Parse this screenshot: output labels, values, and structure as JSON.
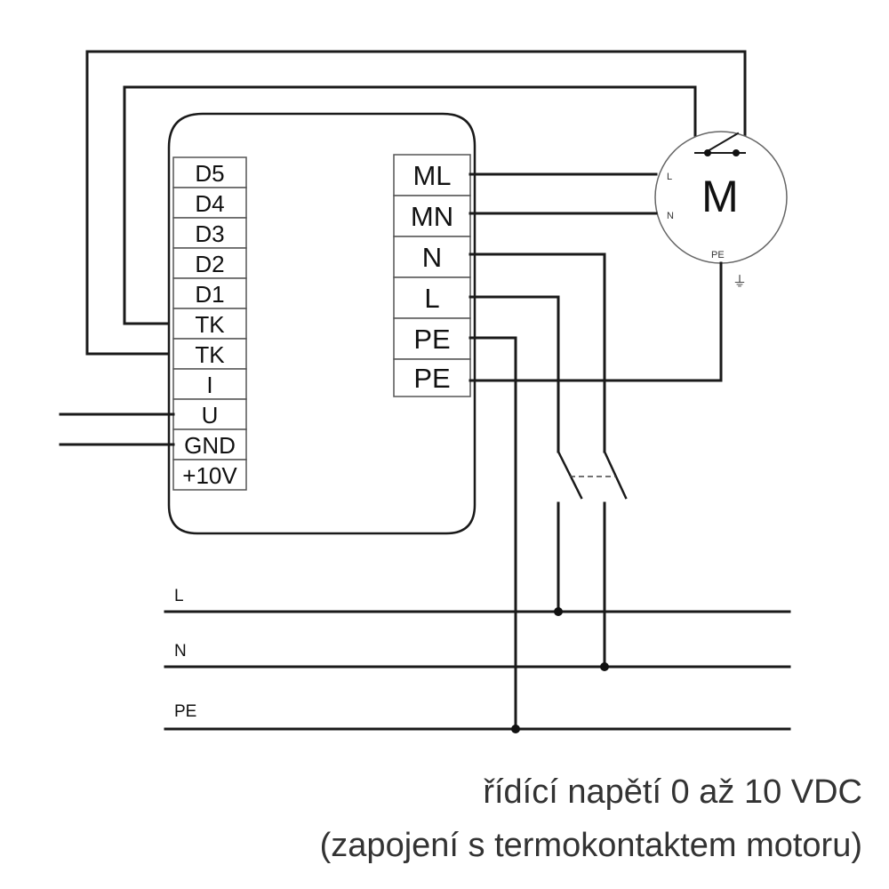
{
  "controller": {
    "left_terminals": [
      "D5",
      "D4",
      "D3",
      "D2",
      "D1",
      "TK",
      "TK",
      "I",
      "U",
      "GND",
      "+10V"
    ],
    "right_terminals": [
      "ML",
      "MN",
      "N",
      "L",
      "PE",
      "PE"
    ]
  },
  "motor": {
    "symbol": "M",
    "terminal_l": "L",
    "terminal_n": "N",
    "terminal_pe": "PE",
    "ground_symbol": "⏚"
  },
  "bus_lines": {
    "l": "L",
    "n": "N",
    "pe": "PE"
  },
  "caption": {
    "line1": "řídící napětí 0 až 10 VDC",
    "line2": "(zapojení s termokontaktem motoru)"
  }
}
